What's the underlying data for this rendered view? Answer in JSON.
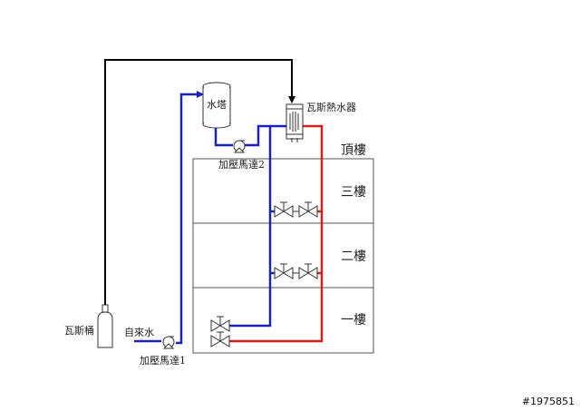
{
  "labels": {
    "water_tower": "水塔",
    "gas_heater": "瓦斯熱水器",
    "booster_pump_2": "加壓馬達2",
    "booster_pump_1": "加壓馬達1",
    "tap_water": "自來水",
    "gas_cylinder": "瓦斯桶",
    "roof": "頂樓",
    "floor_3": "三樓",
    "floor_2": "二樓",
    "floor_1": "一樓"
  },
  "watermark": "#1975851",
  "colors": {
    "cold_water": "#1a22b8",
    "hot_water": "#d42020",
    "gas_line": "#000000",
    "outline": "#444444"
  }
}
